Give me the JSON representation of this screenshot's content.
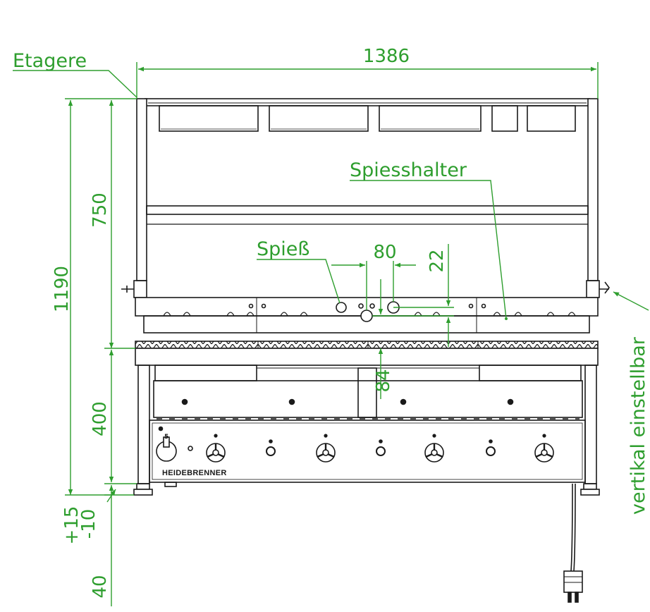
{
  "drawing": {
    "labels": {
      "etagere": "Etagere",
      "spiesshalter": "Spiesshalter",
      "spiess": "Spieß",
      "vertikal": "vertikal einstellbar"
    },
    "dimensions": {
      "width_total": "1386",
      "height_total": "1190",
      "height_upper": "750",
      "height_lower": "400",
      "foot_adjust_plus": "+15",
      "foot_adjust_minus": "-10",
      "foot_height": "40",
      "spit_spacing": "80",
      "spit_vertical_offset": "22",
      "spit_depth": "84"
    },
    "brand": "HEIDEBRENNER",
    "knob_number": "5",
    "colors": {
      "dimension": "#2e9e2e",
      "outline": "#1a1a1a",
      "background": "#ffffff"
    }
  }
}
